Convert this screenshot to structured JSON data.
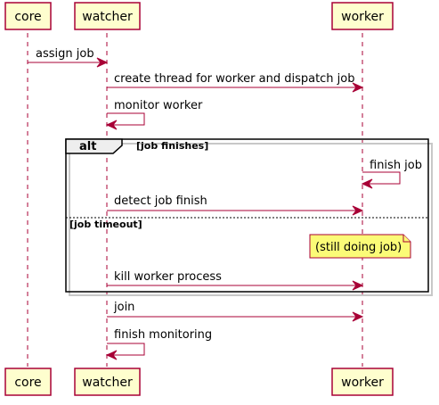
{
  "participants": [
    {
      "id": "core",
      "label": "core"
    },
    {
      "id": "watcher",
      "label": "watcher"
    },
    {
      "id": "worker",
      "label": "worker"
    }
  ],
  "messages": [
    {
      "from": "core",
      "to": "watcher",
      "label": "assign job"
    },
    {
      "from": "watcher",
      "to": "worker",
      "label": "create thread for worker and dispatch job"
    },
    {
      "from": "watcher",
      "to": "watcher",
      "label": "monitor worker"
    },
    {
      "from": "worker",
      "to": "worker",
      "label": "finish job"
    },
    {
      "from": "watcher",
      "to": "worker",
      "label": "detect job finish"
    },
    {
      "from": "watcher",
      "to": "worker",
      "label": "kill worker process"
    },
    {
      "from": "watcher",
      "to": "worker",
      "label": "join"
    },
    {
      "from": "watcher",
      "to": "watcher",
      "label": "finish monitoring"
    }
  ],
  "alt_frame": {
    "keyword": "alt",
    "guard_1": "[job finishes]",
    "guard_2": "[job timeout]"
  },
  "note": {
    "attached_to": "worker",
    "text": "(still doing job)"
  },
  "colors": {
    "participant_fill": "#FEFECE",
    "line": "#A80036",
    "note_fill": "#FBFB77",
    "frame_tab": "#EEEEEE"
  }
}
